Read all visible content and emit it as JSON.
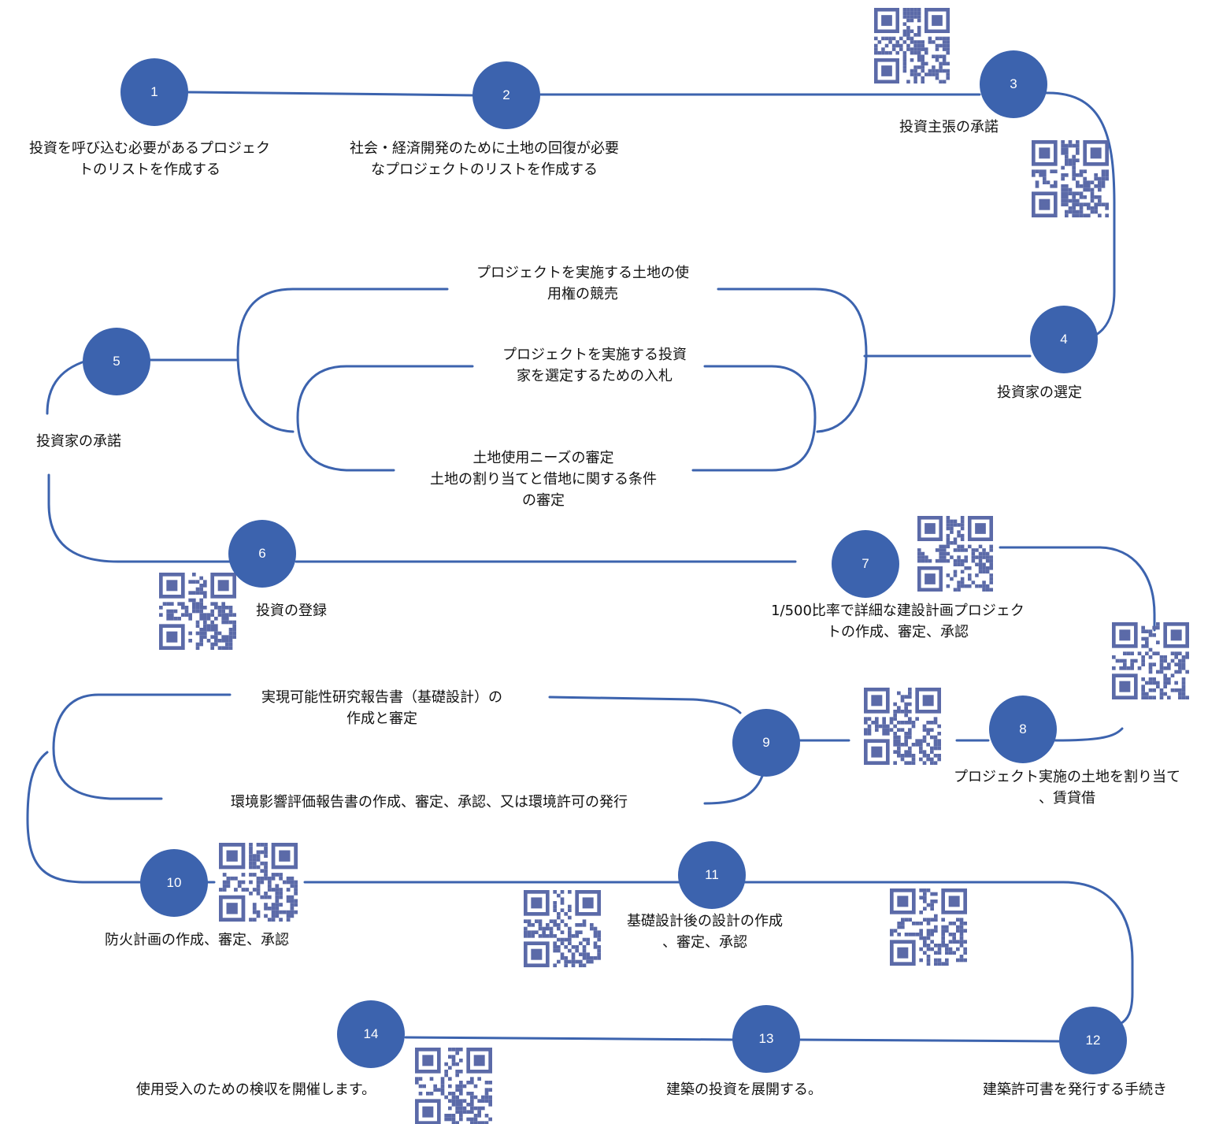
{
  "steps": [
    {
      "number": "1",
      "label": [
        "投資を呼び込む必要があるプロジェク",
        "トのリストを作成する"
      ]
    },
    {
      "number": "2",
      "label": [
        "社会・経済開発のために土地の回復が必要",
        "なプロジェクトのリストを作成する"
      ]
    },
    {
      "number": "3",
      "label": [
        "投資主張の承諾"
      ]
    },
    {
      "number": "4",
      "label": [
        "投資家の選定"
      ]
    },
    {
      "number": "5",
      "label": [
        "投資家の承諾"
      ]
    },
    {
      "number": "6",
      "label": [
        "投資の登録"
      ]
    },
    {
      "number": "7",
      "label": [
        "1/500比率で詳細な建設計画プロジェク",
        "トの作成、審定、承認"
      ]
    },
    {
      "number": "8",
      "label": [
        "プロジェクト実施の土地を割り当て",
        "、賃貸借"
      ]
    },
    {
      "number": "9",
      "label": []
    },
    {
      "number": "10",
      "label": [
        "防火計画の作成、審定、承認"
      ]
    },
    {
      "number": "11",
      "label": [
        "基礎設計後の設計の作成",
        "、審定、承認"
      ]
    },
    {
      "number": "12",
      "label": [
        "建築許可書を発行する手続き"
      ]
    },
    {
      "number": "13",
      "label": [
        "建築の投資を展開する。"
      ]
    },
    {
      "number": "14",
      "label": [
        "使用受入のための検収を開催します。"
      ]
    }
  ],
  "branches": {
    "auction": [
      "プロジェクトを実施する土地の使",
      "用権の競売"
    ],
    "bidding": [
      "プロジェクトを実施する投資",
      "家を選定するための入札"
    ],
    "land_needs": [
      "土地使用ニーズの審定",
      "土地の割り当てと借地に関する条件",
      "の審定"
    ],
    "feasibility": [
      "実現可能性研究報告書（基礎設計）の",
      "作成と審定"
    ],
    "environment": [
      "環境影響評価報告書の作成、審定、承認、又は環境許可の発行"
    ]
  },
  "colors": {
    "line": "#3c63ae",
    "node": "#3c63ae",
    "qr": "#5b6aa8"
  }
}
